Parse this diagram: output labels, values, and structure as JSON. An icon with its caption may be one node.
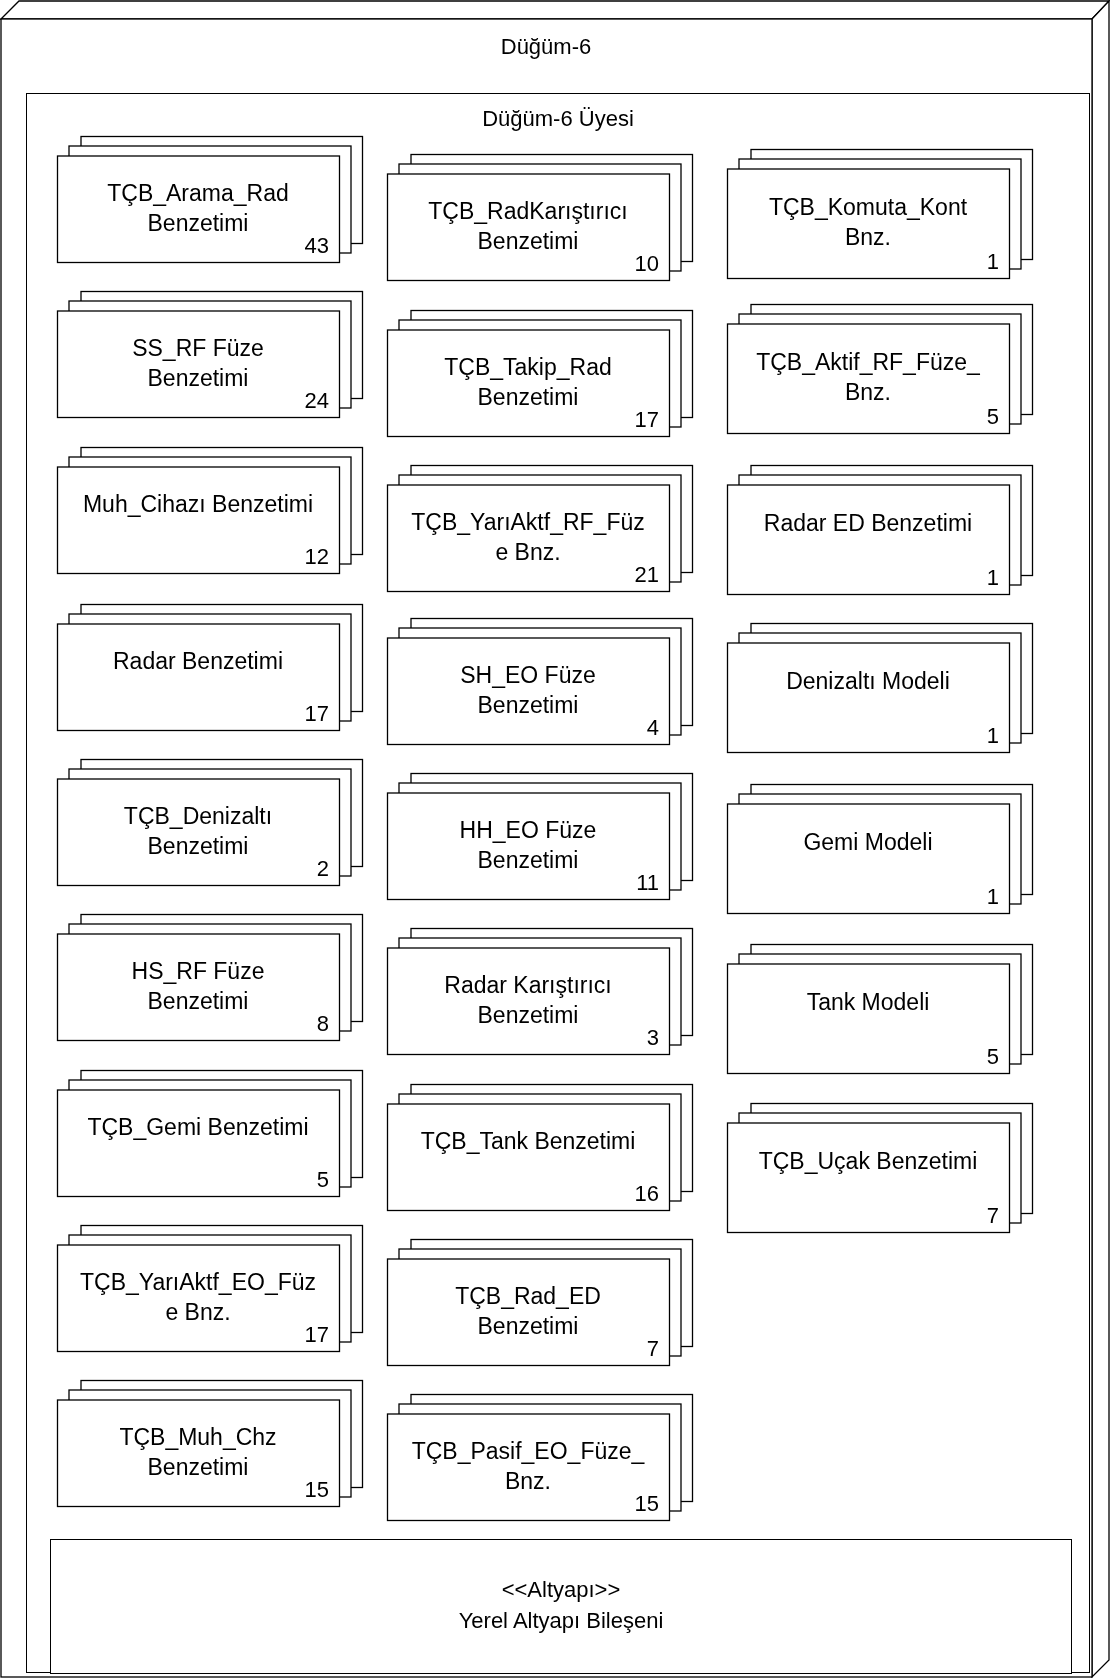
{
  "diagram": {
    "nodes": [
      {
        "text": [
          "Düğüm-6"
        ]
      },
      {
        "text": [
          "Düğüm-6 Üyesi"
        ],
        "in": 0
      },
      {
        "text": [
          "TÇB_Arama_Rad Benzetimi",
          "43"
        ],
        "in": 1
      },
      {
        "text": [
          "SS_RF Füze Benzetimi",
          "24"
        ],
        "in": 1
      },
      {
        "text": [
          "Muh_Cihazı Benzetimi",
          "12"
        ],
        "in": 1
      },
      {
        "text": [
          "Radar Benzetimi",
          "17"
        ],
        "in": 1
      },
      {
        "text": [
          "TÇB_Denizaltı Benzetimi",
          "2"
        ],
        "in": 1
      },
      {
        "text": [
          "HS_RF Füze Benzetimi",
          "8"
        ],
        "in": 1
      },
      {
        "text": [
          "TÇB_Gemi Benzetimi",
          "5"
        ],
        "in": 1
      },
      {
        "text": [
          "TÇB_YarıAktf_EO_Füze Bnz.",
          "17"
        ],
        "in": 1
      },
      {
        "text": [
          "TÇB_Muh_Chz Benzetimi",
          "15"
        ],
        "in": 1
      },
      {
        "text": [
          "TÇB_RadKarıştırıcı Benzetimi",
          "10"
        ],
        "in": 1
      },
      {
        "text": [
          "TÇB_Takip_Rad Benzetimi",
          "17"
        ],
        "in": 1
      },
      {
        "text": [
          "TÇB_YarıAktf_RF_Füze Bnz.",
          "21"
        ],
        "in": 1
      },
      {
        "text": [
          "SH_EO Füze Benzetimi",
          "4"
        ],
        "in": 1
      },
      {
        "text": [
          "HH_EO Füze Benzetimi",
          "11"
        ],
        "in": 1
      },
      {
        "text": [
          "Radar Karıştırıcı Benzetimi",
          "3"
        ],
        "in": 1
      },
      {
        "text": [
          "TÇB_Tank Benzetimi",
          "16"
        ],
        "in": 1
      },
      {
        "text": [
          "TÇB_Rad_ED Benzetimi",
          "7"
        ],
        "in": 1
      },
      {
        "text": [
          "TÇB_Pasif_EO_Füze_Bnz.",
          "15"
        ],
        "in": 1
      },
      {
        "text": [
          "TÇB_Komuta_Kont Bnz.",
          "1"
        ],
        "in": 1
      },
      {
        "text": [
          "TÇB_Aktif_RF_Füze_Bnz.",
          "5"
        ],
        "in": 1
      },
      {
        "text": [
          "Radar ED Benzetimi",
          "1"
        ],
        "in": 1
      },
      {
        "text": [
          "Denizaltı Modeli",
          "1"
        ],
        "in": 1
      },
      {
        "text": [
          "Gemi Modeli",
          "1"
        ],
        "in": 1
      },
      {
        "text": [
          "Tank Modeli",
          "5"
        ],
        "in": 1
      },
      {
        "text": [
          "TÇB_Uçak Benzetimi",
          "7"
        ],
        "in": 1
      },
      {
        "text": [
          "<<Altyapı>>",
          "Yerel Altyapı Bileşeni"
        ],
        "in": 1
      }
    ],
    "edges": []
  }
}
